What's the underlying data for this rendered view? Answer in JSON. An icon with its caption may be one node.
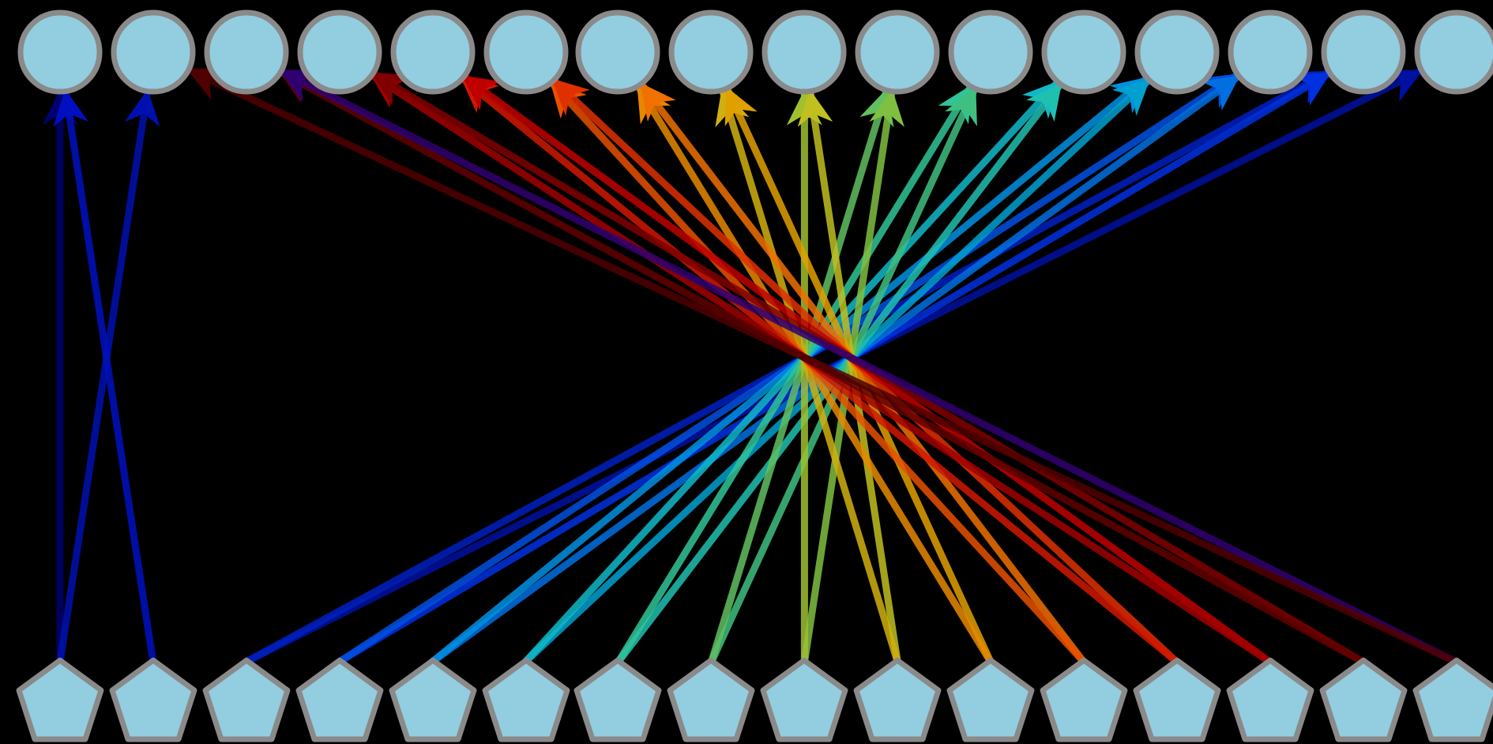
{
  "diagram": {
    "nodes": [
      {
        "text": [],
        "shape": "circle"
      },
      {
        "text": [],
        "shape": "circle"
      },
      {
        "text": [],
        "shape": "circle"
      },
      {
        "text": [],
        "shape": "circle"
      },
      {
        "text": [],
        "shape": "circle"
      },
      {
        "text": [],
        "shape": "circle"
      },
      {
        "text": [],
        "shape": "circle"
      },
      {
        "text": [],
        "shape": "circle"
      },
      {
        "text": [],
        "shape": "circle"
      },
      {
        "text": [],
        "shape": "circle"
      },
      {
        "text": [],
        "shape": "circle"
      },
      {
        "text": [],
        "shape": "circle"
      },
      {
        "text": [],
        "shape": "circle"
      },
      {
        "text": [],
        "shape": "circle"
      },
      {
        "text": [],
        "shape": "circle"
      },
      {
        "text": [],
        "shape": "circle"
      },
      {
        "text": [],
        "shape": "pentagon"
      },
      {
        "text": [],
        "shape": "pentagon"
      },
      {
        "text": [],
        "shape": "pentagon"
      },
      {
        "text": [],
        "shape": "pentagon"
      },
      {
        "text": [],
        "shape": "pentagon"
      },
      {
        "text": [],
        "shape": "pentagon"
      },
      {
        "text": [],
        "shape": "pentagon"
      },
      {
        "text": [],
        "shape": "pentagon"
      },
      {
        "text": [],
        "shape": "pentagon"
      },
      {
        "text": [],
        "shape": "pentagon"
      },
      {
        "text": [],
        "shape": "pentagon"
      },
      {
        "text": [],
        "shape": "pentagon"
      },
      {
        "text": [],
        "shape": "pentagon"
      },
      {
        "text": [],
        "shape": "pentagon"
      },
      {
        "text": [],
        "shape": "pentagon"
      },
      {
        "text": [],
        "shape": "pentagon"
      }
    ],
    "edges": [
      {
        "from": 16,
        "to": 0,
        "arrow": "to",
        "color": "#000070"
      },
      {
        "from": 16,
        "to": 1,
        "arrow": "to",
        "color": "#0010b0"
      },
      {
        "from": 17,
        "to": 0,
        "arrow": "to",
        "color": "#0010c0"
      },
      {
        "from": 18,
        "to": 15,
        "arrow": "to",
        "color": "#0010a0"
      },
      {
        "from": 18,
        "to": 14,
        "arrow": "to",
        "color": "#0020c0"
      },
      {
        "from": 19,
        "to": 14,
        "arrow": "to",
        "color": "#0030e0"
      },
      {
        "from": 19,
        "to": 13,
        "arrow": "to",
        "color": "#0050e0"
      },
      {
        "from": 20,
        "to": 13,
        "arrow": "to",
        "color": "#0070e0"
      },
      {
        "from": 20,
        "to": 12,
        "arrow": "to",
        "color": "#0090e0"
      },
      {
        "from": 21,
        "to": 12,
        "arrow": "to",
        "color": "#00a0d0"
      },
      {
        "from": 21,
        "to": 11,
        "arrow": "to",
        "color": "#10b8c8"
      },
      {
        "from": 22,
        "to": 11,
        "arrow": "to",
        "color": "#20c0b0"
      },
      {
        "from": 22,
        "to": 10,
        "arrow": "to",
        "color": "#30c498"
      },
      {
        "from": 23,
        "to": 10,
        "arrow": "to",
        "color": "#40c080"
      },
      {
        "from": 23,
        "to": 9,
        "arrow": "to",
        "color": "#60c060"
      },
      {
        "from": 24,
        "to": 9,
        "arrow": "to",
        "color": "#80c040"
      },
      {
        "from": 24,
        "to": 8,
        "arrow": "to",
        "color": "#a0c030"
      },
      {
        "from": 25,
        "to": 8,
        "arrow": "to",
        "color": "#c0c020"
      },
      {
        "from": 25,
        "to": 7,
        "arrow": "to",
        "color": "#d0b010"
      },
      {
        "from": 26,
        "to": 7,
        "arrow": "to",
        "color": "#e0a000"
      },
      {
        "from": 26,
        "to": 6,
        "arrow": "to",
        "color": "#e88800"
      },
      {
        "from": 27,
        "to": 6,
        "arrow": "to",
        "color": "#f07000"
      },
      {
        "from": 27,
        "to": 5,
        "arrow": "to",
        "color": "#e85000"
      },
      {
        "from": 28,
        "to": 5,
        "arrow": "to",
        "color": "#e03000"
      },
      {
        "from": 28,
        "to": 4,
        "arrow": "to",
        "color": "#d01800"
      },
      {
        "from": 29,
        "to": 4,
        "arrow": "to",
        "color": "#c00000"
      },
      {
        "from": 29,
        "to": 3,
        "arrow": "to",
        "color": "#a00000"
      },
      {
        "from": 30,
        "to": 3,
        "arrow": "to",
        "color": "#800000"
      },
      {
        "from": 30,
        "to": 2,
        "arrow": "to",
        "color": "#600000"
      },
      {
        "from": 31,
        "to": 2,
        "arrow": "to",
        "color": "#300070"
      },
      {
        "from": 31,
        "to": 1,
        "arrow": "to",
        "color": "#500000"
      }
    ]
  }
}
